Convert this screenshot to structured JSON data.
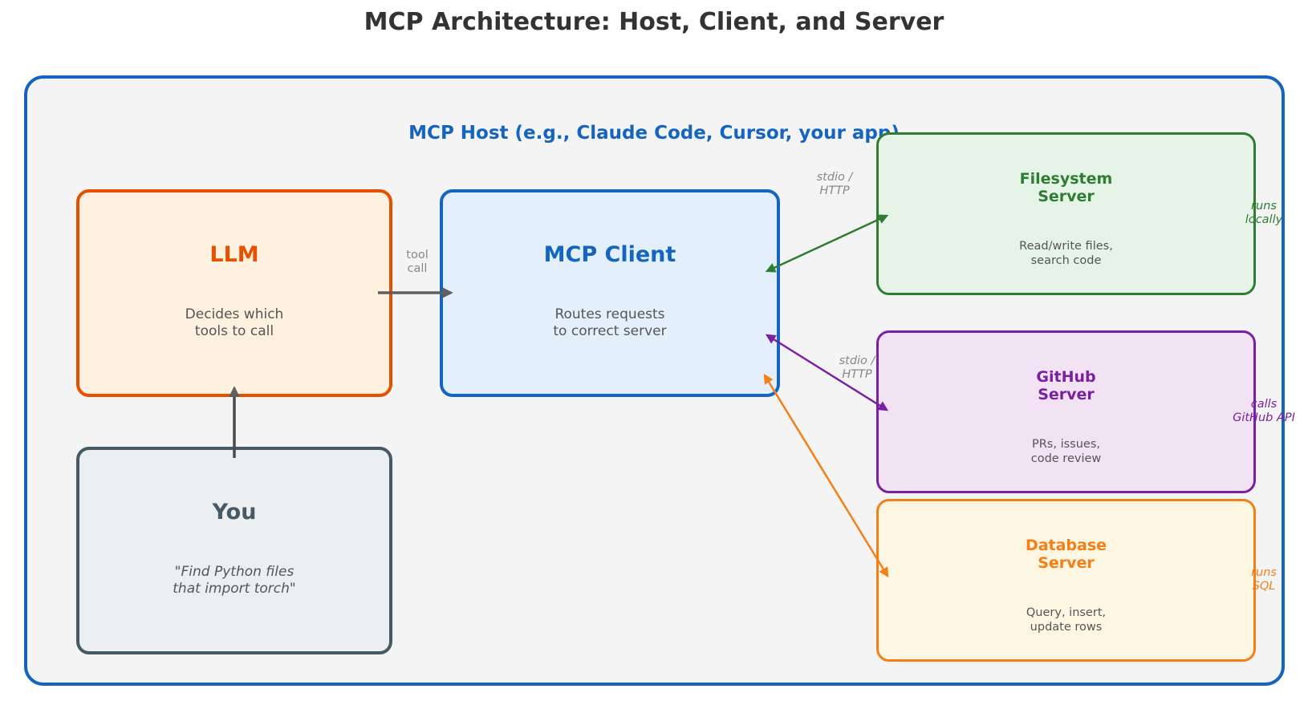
{
  "title": "MCP Architecture: Host, Client, and Server",
  "host": {
    "label": "MCP Host  (e.g., Claude Code, Cursor, your app)",
    "border_color": "#1565c0"
  },
  "nodes": {
    "llm": {
      "title": "LLM",
      "description": "Decides which\ntools to call",
      "color": "#e65100"
    },
    "client": {
      "title": "MCP Client",
      "description": "Routes requests\nto correct server",
      "color": "#1565c0"
    },
    "you": {
      "title": "You",
      "description": "\"Find Python files\nthat import torch\"",
      "color": "#455a64"
    },
    "filesystem": {
      "title": "Filesystem\nServer",
      "description": "Read/write files,\nsearch code",
      "note": "runs\nlocally",
      "color": "#2e7d32"
    },
    "github": {
      "title": "GitHub\nServer",
      "description": "PRs, issues,\ncode review",
      "note": "calls\nGitHub API",
      "color": "#7b1fa2"
    },
    "database": {
      "title": "Database\nServer",
      "description": "Query, insert,\nupdate rows",
      "note": "runs\nSQL",
      "color": "#f57f17"
    }
  },
  "edges": {
    "tool_call": "tool\ncall",
    "stdio_http_1": "stdio /\nHTTP",
    "stdio_http_2": "stdio /\nHTTP"
  }
}
